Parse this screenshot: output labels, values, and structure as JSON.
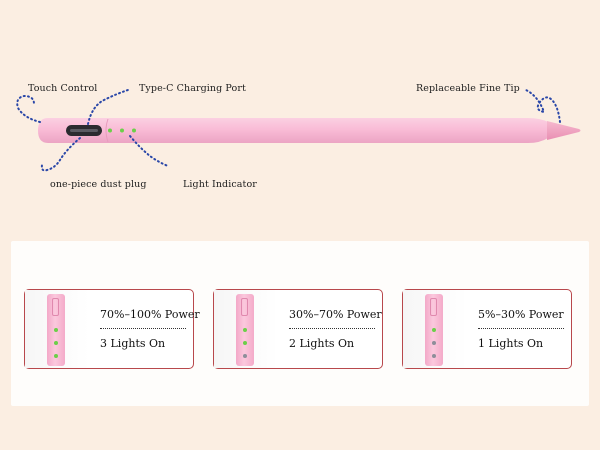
{
  "labels": {
    "touch_control": "Touch Control",
    "type_c_port": "Type-C Charging Port",
    "replaceable_tip": "Replaceable Fine Tip",
    "dust_plug": "one-piece dust plug",
    "light_indicator": "Light Indicator"
  },
  "colors": {
    "pen_pink": "#f9bcd6",
    "led_on": "#6ccf4a",
    "led_off": "#8e8e9a",
    "card_border": "#b8484c",
    "callout_blue": "#2a47a8",
    "background": "#fbeee2"
  },
  "power_levels": [
    {
      "range": "70%–100% Power",
      "lights": "3 Lights On",
      "lights_on": 3
    },
    {
      "range": "30%–70% Power",
      "lights": "2 Lights On",
      "lights_on": 2
    },
    {
      "range": "5%–30% Power",
      "lights": "1 Lights On",
      "lights_on": 1
    }
  ]
}
